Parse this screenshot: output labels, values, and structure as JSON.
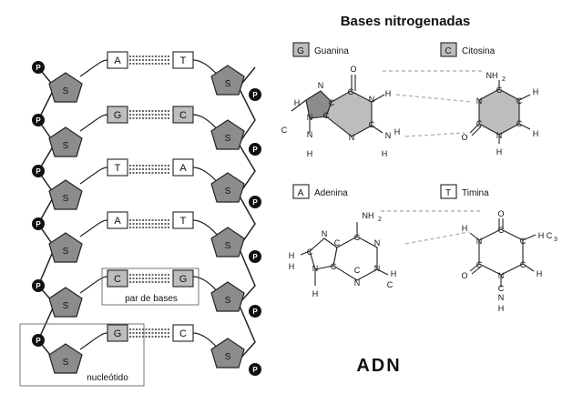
{
  "title": "Bases nitrogenadas",
  "diagram_label": "ADN",
  "strand": {
    "phosphate_label": "P",
    "sugar_label": "S",
    "pairs": [
      {
        "left": "A",
        "right": "T"
      },
      {
        "left": "G",
        "right": "C"
      },
      {
        "left": "T",
        "right": "A"
      },
      {
        "left": "A",
        "right": "T"
      },
      {
        "left": "C",
        "right": "G"
      },
      {
        "left": "G",
        "right": "C"
      }
    ],
    "base_pair_label": "par de bases",
    "nucleotide_label": "nucleótido"
  },
  "bases": [
    {
      "letter": "G",
      "name": "Guanina"
    },
    {
      "letter": "C",
      "name": "Citosina"
    },
    {
      "letter": "A",
      "name": "Adenina"
    },
    {
      "letter": "T",
      "name": "Timina"
    }
  ],
  "atoms": {
    "guanine": [
      "N",
      "H",
      "C",
      "N",
      "O",
      "N",
      "H",
      "C",
      "N",
      "N",
      "H",
      "H",
      "N",
      "C",
      "C",
      "H",
      "C"
    ],
    "cytosine": [
      "NH",
      "2",
      "H",
      "H",
      "N",
      "C",
      "C",
      "C",
      "N",
      "C",
      "O",
      "H"
    ],
    "adenine": [
      "NH",
      "2",
      "N",
      "C",
      "C",
      "N",
      "H",
      "C",
      "C",
      "H",
      "N",
      "C",
      "N",
      "N",
      "C",
      "H",
      "H"
    ],
    "thymine": [
      "H",
      "O",
      "C",
      "N",
      "C",
      "C",
      "H",
      "C",
      "3",
      "O",
      "C",
      "N",
      "C",
      "H",
      "N",
      "H"
    ]
  }
}
